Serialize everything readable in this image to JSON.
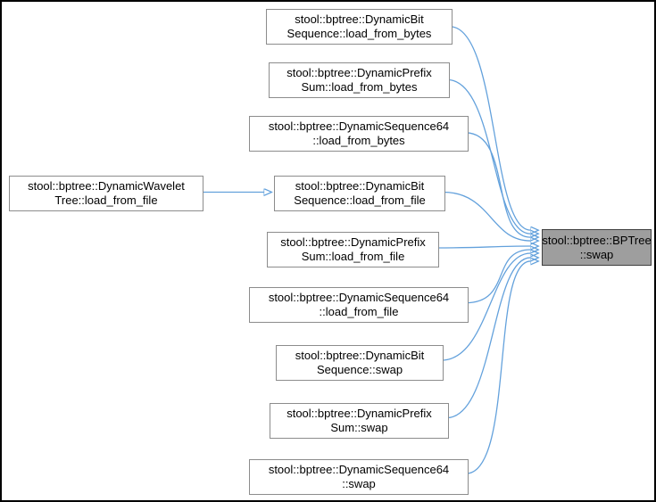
{
  "nodes": {
    "target": {
      "line1": "stool::bptree::BPTree",
      "line2": "::swap"
    },
    "root": {
      "line1": "stool::bptree::DynamicWavelet",
      "line2": "Tree::load_from_file"
    },
    "callers": [
      {
        "line1": "stool::bptree::DynamicBit",
        "line2": "Sequence::load_from_bytes"
      },
      {
        "line1": "stool::bptree::DynamicPrefix",
        "line2": "Sum::load_from_bytes"
      },
      {
        "line1": "stool::bptree::DynamicSequence64",
        "line2": "::load_from_bytes"
      },
      {
        "line1": "stool::bptree::DynamicBit",
        "line2": "Sequence::load_from_file"
      },
      {
        "line1": "stool::bptree::DynamicPrefix",
        "line2": "Sum::load_from_file"
      },
      {
        "line1": "stool::bptree::DynamicSequence64",
        "line2": "::load_from_file"
      },
      {
        "line1": "stool::bptree::DynamicBit",
        "line2": "Sequence::swap"
      },
      {
        "line1": "stool::bptree::DynamicPrefix",
        "line2": "Sum::swap"
      },
      {
        "line1": "stool::bptree::DynamicSequence64",
        "line2": "::swap"
      }
    ]
  },
  "colors": {
    "edge": "#63a1dc",
    "node_border": "#8c8c8c",
    "node_fill": "#ffffff",
    "target_fill": "#9e9e9e",
    "target_border": "#404040",
    "frame": "#000000",
    "background": "#ffffff",
    "text": "#000000"
  }
}
